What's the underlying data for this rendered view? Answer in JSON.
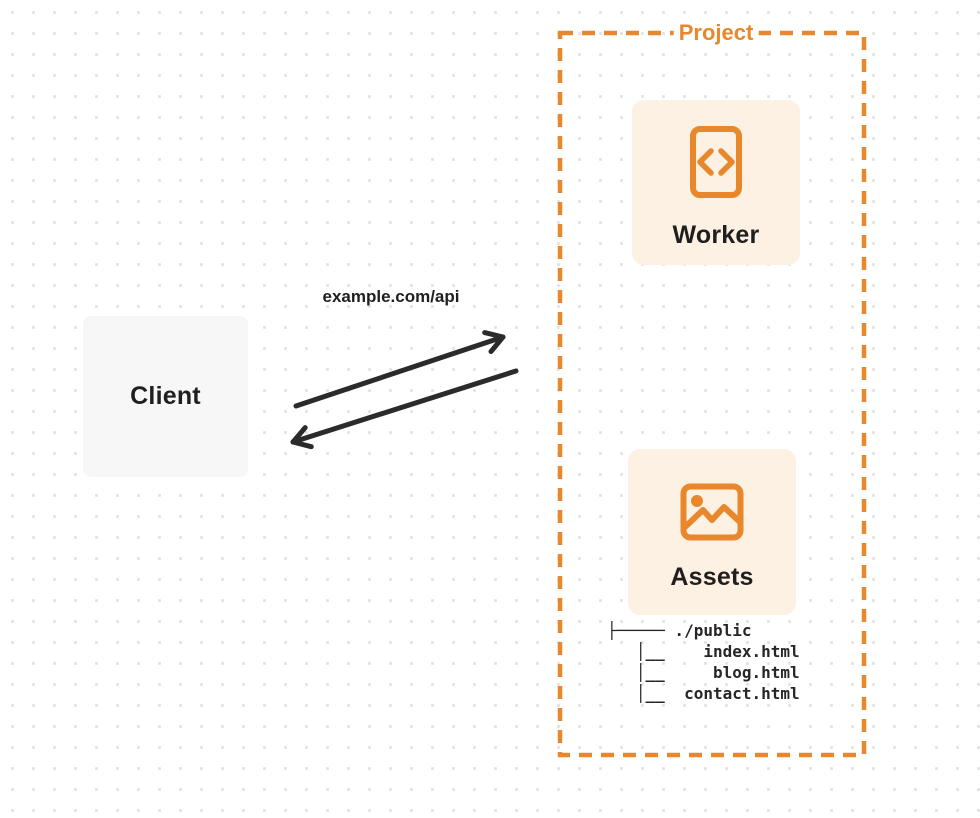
{
  "client": {
    "label": "Client"
  },
  "request_label": "example.com/api",
  "project": {
    "title": "Project",
    "worker": {
      "label": "Worker",
      "icon": "code-file-icon"
    },
    "assets": {
      "label": "Assets",
      "icon": "image-icon"
    },
    "file_tree": {
      "root": "./public",
      "files": [
        "index.html",
        "blog.html",
        "contact.html"
      ],
      "lines": [
        "├───── ./public",
        "   │__    index.html",
        "   │__     blog.html",
        "   │__  contact.html"
      ]
    }
  },
  "colors": {
    "accent": "#e8872b",
    "box_fill": "#fcf1e2",
    "client_fill": "#f7f7f7",
    "arrow": "#2b2b2b",
    "text": "#1f1f1f"
  }
}
